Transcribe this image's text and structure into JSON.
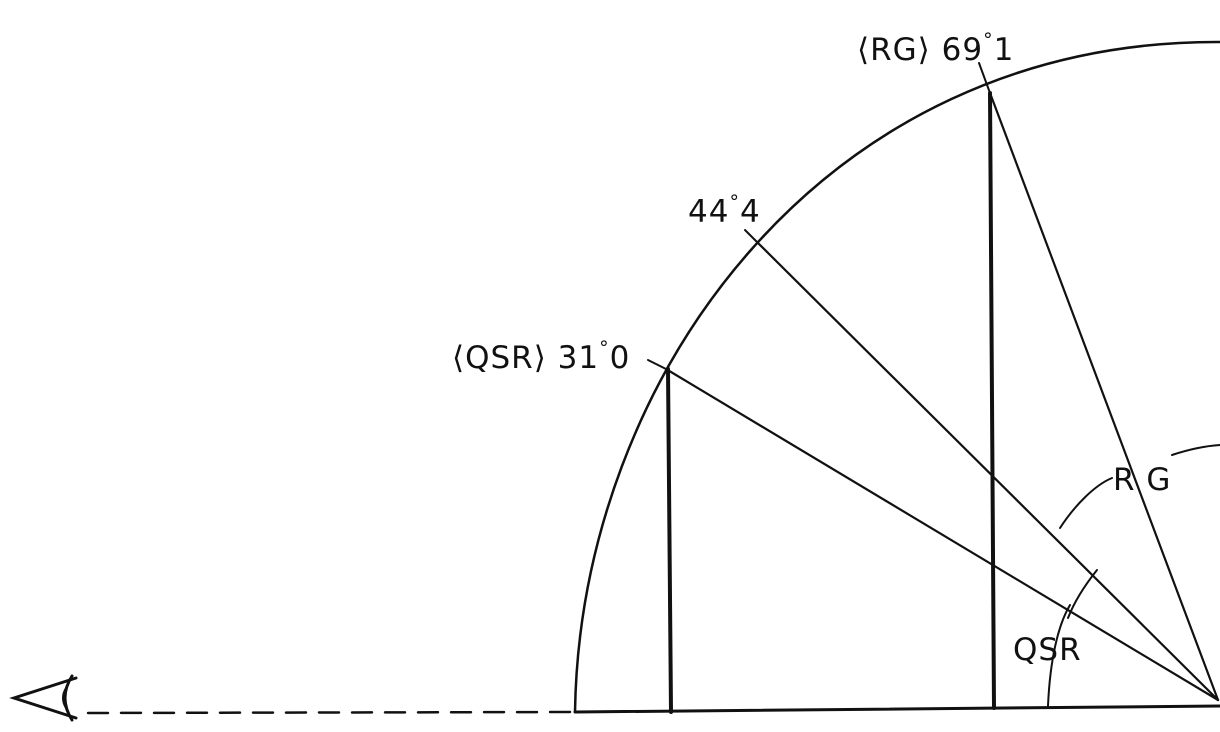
{
  "colors": {
    "ink": "#111111",
    "background": "#ffffff"
  },
  "icons": {
    "observer": "eye-icon"
  },
  "rays": [
    {
      "name": "rg",
      "angle_deg": 69.1,
      "prefix": "⟨RG⟩ ",
      "whole": "69",
      "frac": "1",
      "degree": "°"
    },
    {
      "name": "mid",
      "angle_deg": 44.4,
      "prefix": "",
      "whole": "44",
      "frac": "4",
      "degree": "°"
    },
    {
      "name": "qsr",
      "angle_deg": 31.0,
      "prefix": "⟨QSR⟩ ",
      "whole": "31",
      "frac": "0",
      "degree": "°"
    }
  ],
  "arc_labels": {
    "rg": "R G",
    "qsr": "QSR"
  }
}
